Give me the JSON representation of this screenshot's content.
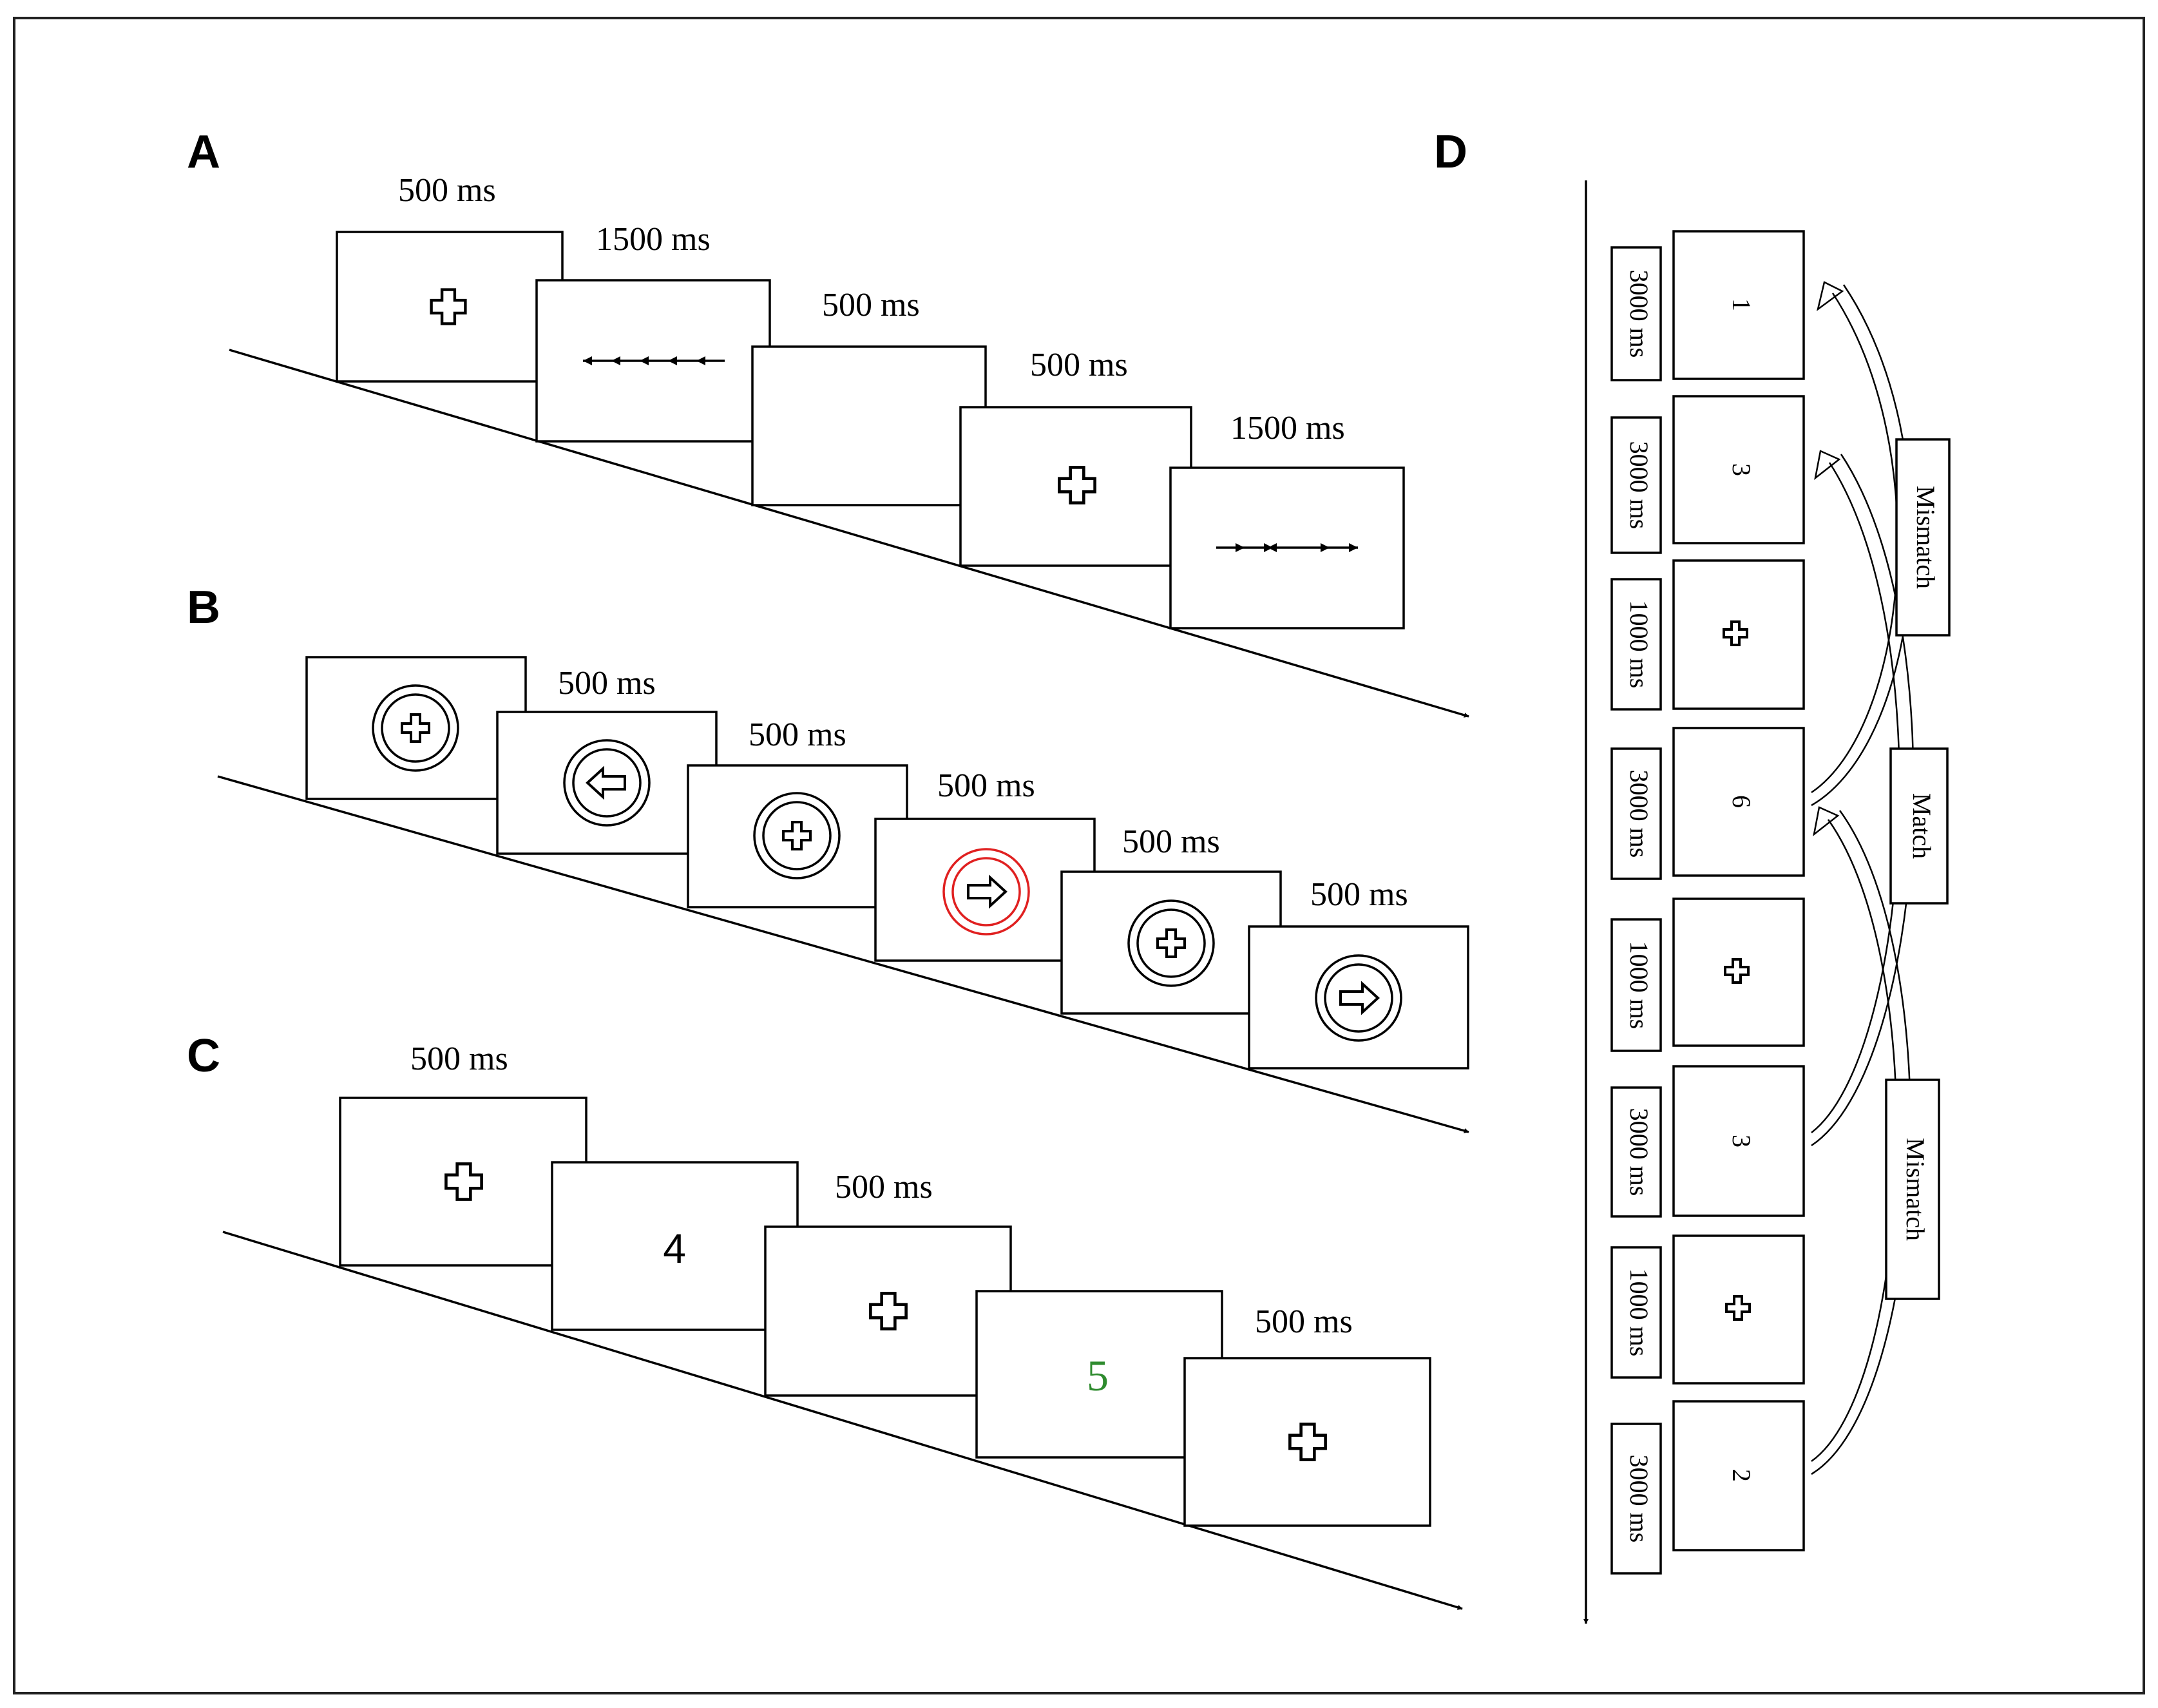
{
  "panels": {
    "a": {
      "letter": "A",
      "durations": [
        "500 ms",
        "1500 ms",
        "500 ms",
        "500 ms",
        "1500 ms"
      ],
      "stimuli": [
        "cross-icon",
        "arrows-left-congruent",
        "blank",
        "cross-icon",
        "arrows-right-incongruent"
      ]
    },
    "b": {
      "letter": "B",
      "durations": [
        "500 ms",
        "500 ms",
        "500 ms",
        "500 ms",
        "500 ms"
      ],
      "stimuli": [
        "cross-in-circle-icon",
        "left-arrow-in-circle-icon",
        "cross-in-circle-icon",
        "right-arrow-in-red-circle-icon",
        "cross-in-circle-icon",
        "right-arrow-in-circle-icon"
      ]
    },
    "c": {
      "letter": "C",
      "durations": [
        "500 ms",
        "500 ms",
        "500 ms"
      ],
      "digits": [
        "4",
        "5"
      ],
      "digit_colors": [
        "#000000",
        "#2e8b2e"
      ]
    },
    "d": {
      "letter": "D",
      "times": [
        "3000 ms",
        "3000 ms",
        "1000 ms",
        "3000 ms",
        "1000 ms",
        "3000 ms",
        "1000 ms",
        "3000 ms"
      ],
      "screens": [
        "1",
        "3",
        "cross-icon",
        "6",
        "cross-icon",
        "3",
        "cross-icon",
        "2"
      ],
      "labels": [
        "Mismatch",
        "Match",
        "Mismatch"
      ]
    }
  },
  "colors": {
    "ink": "#000000",
    "highlight_ring": "#e02020",
    "digit_green": "#2e8b2e"
  }
}
